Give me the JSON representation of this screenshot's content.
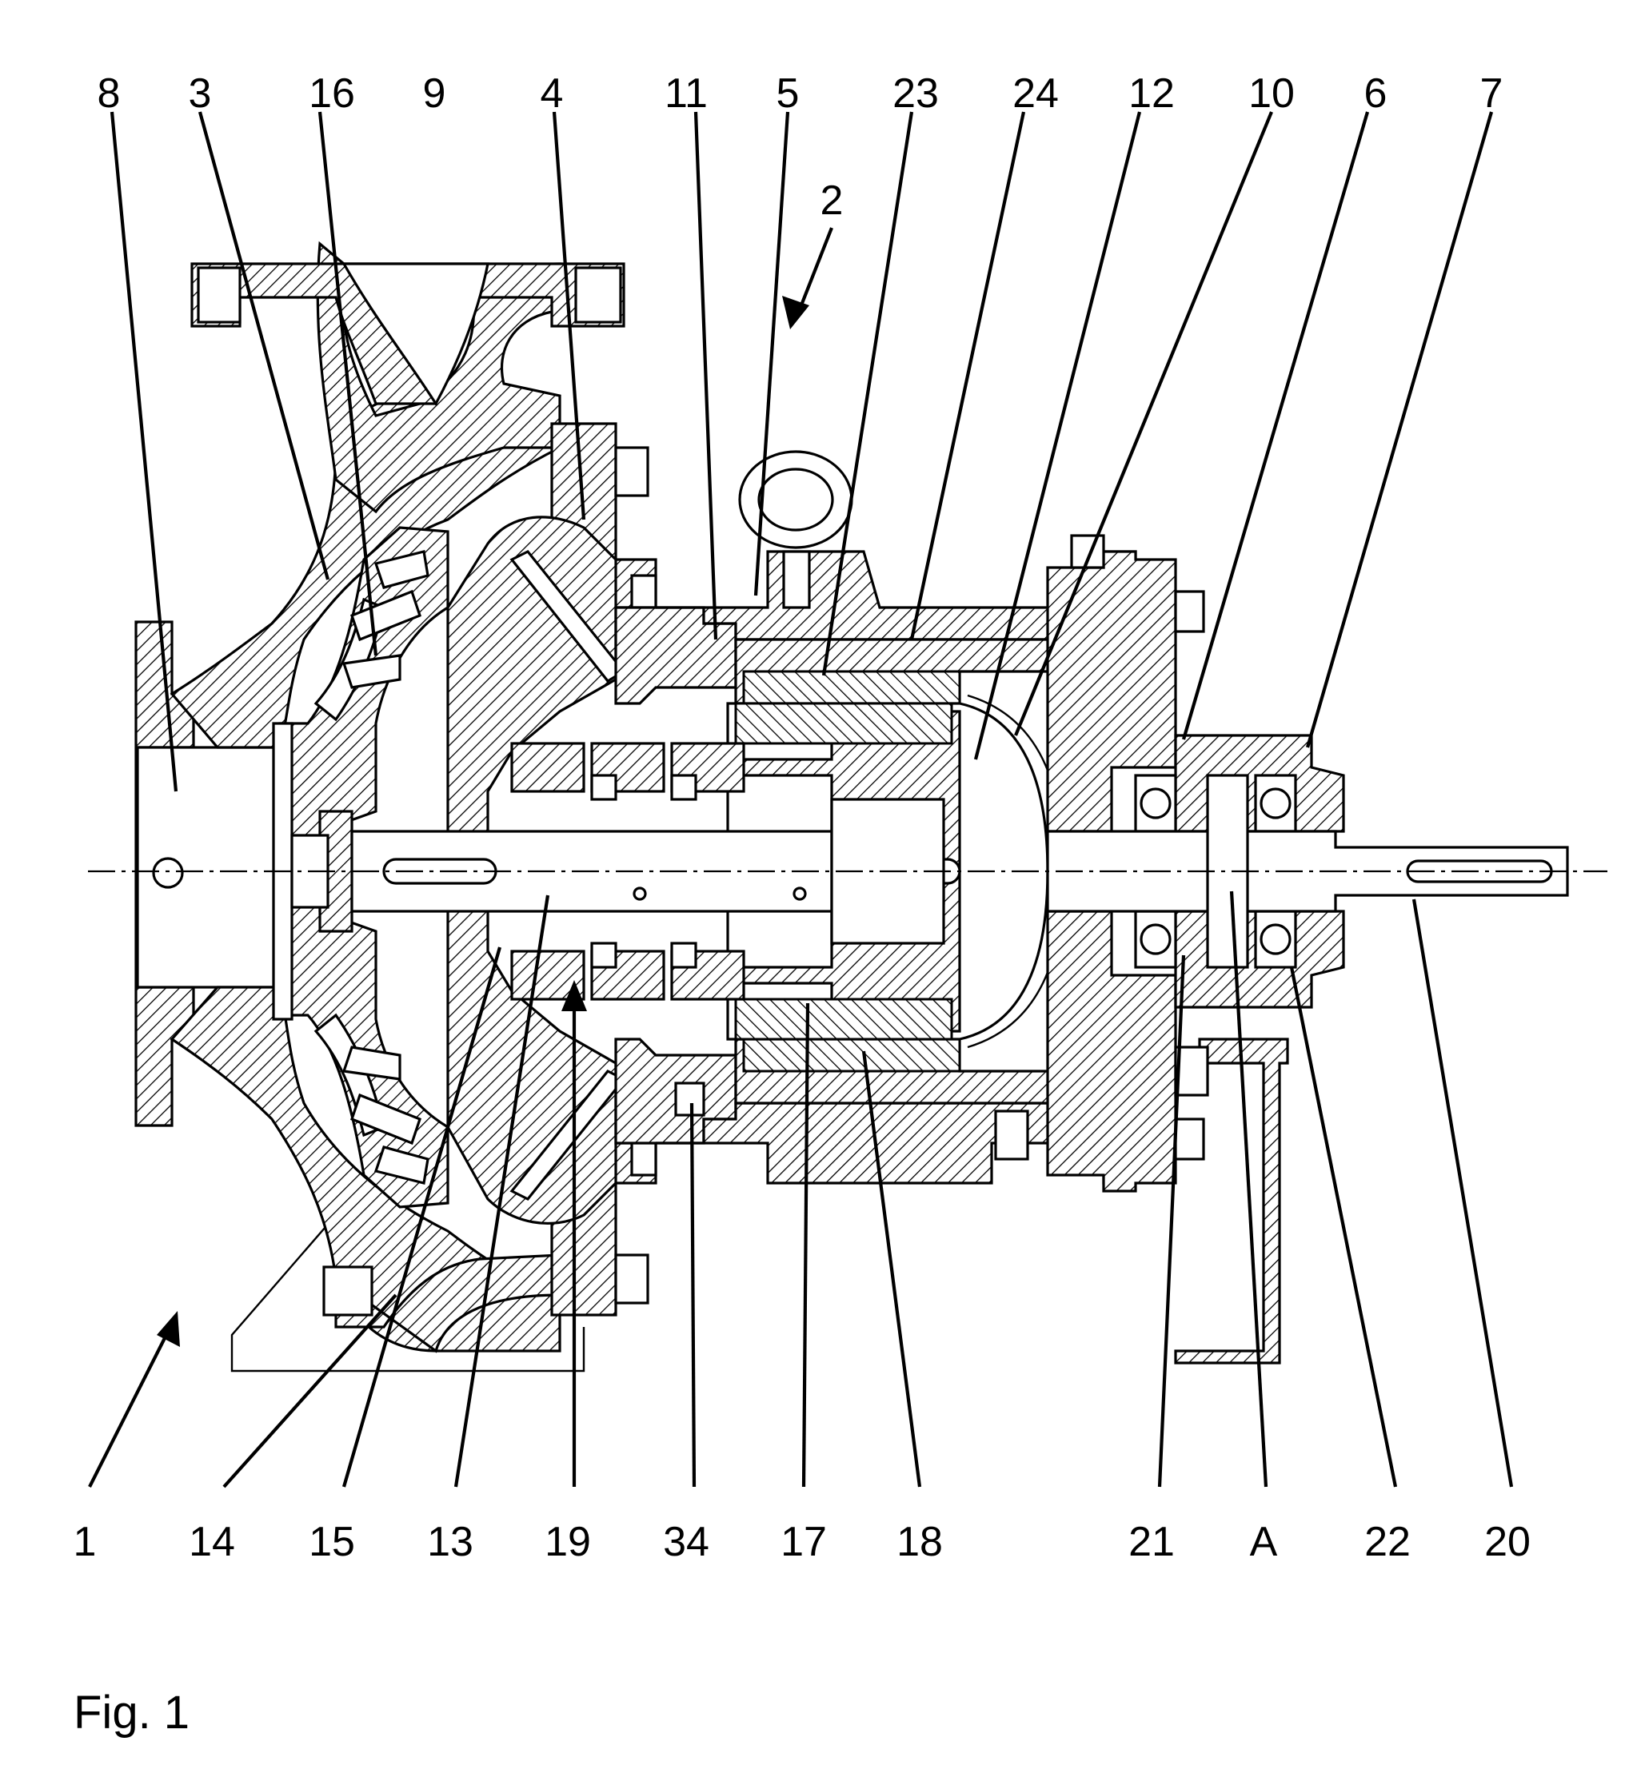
{
  "figure": {
    "caption": "Fig. 1",
    "reference_numerals": {
      "top": [
        "8",
        "3",
        "16",
        "9",
        "4",
        "11",
        "5",
        "23",
        "24",
        "12",
        "10",
        "6",
        "7"
      ],
      "assembly": "2",
      "bottom": [
        "1",
        "14",
        "15",
        "13",
        "19",
        "34",
        "17",
        "18",
        "21",
        "A",
        "22",
        "20"
      ]
    }
  }
}
